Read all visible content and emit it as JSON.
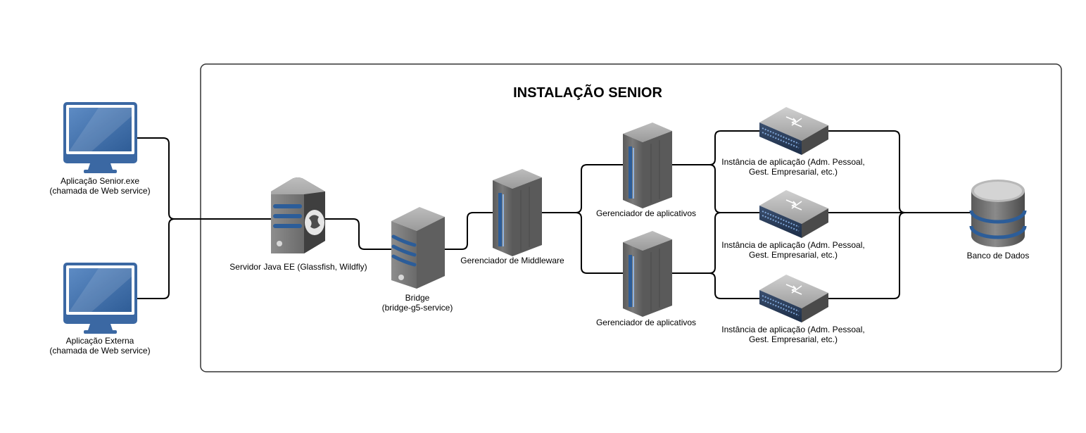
{
  "title": "INSTALAÇÃO SENIOR",
  "nodes": {
    "client1": {
      "line1": "Aplicação Senior.exe",
      "line2": "(chamada de Web service)"
    },
    "client2": {
      "line1": "Aplicação Externa",
      "line2": "(chamada de Web service)"
    },
    "java_server": {
      "line1": "Servidor Java EE (Glassfish, Wildfly)"
    },
    "bridge": {
      "line1": "Bridge",
      "line2": "(bridge-g5-service)"
    },
    "middleware": {
      "line1": "Gerenciador de Middleware"
    },
    "app_manager_1": {
      "line1": "Gerenciador de aplicativos"
    },
    "app_manager_2": {
      "line1": "Gerenciador de aplicativos"
    },
    "instance_1": {
      "line1": "Instância de aplicação (Adm. Pessoal,",
      "line2": "Gest. Empresarial, etc.)"
    },
    "instance_2": {
      "line1": "Instância de aplicação (Adm. Pessoal,",
      "line2": "Gest. Empresarial, etc.)"
    },
    "instance_3": {
      "line1": "Instância de aplicação (Adm. Pessoal,",
      "line2": "Gest. Empresarial, etc.)"
    },
    "database": {
      "line1": "Banco de Dados"
    }
  },
  "icons": {
    "client1": "desktop-monitor-icon",
    "client2": "desktop-monitor-icon",
    "java_server": "java-server-icon",
    "bridge": "server-tower-icon",
    "middleware": "server-rack-icon",
    "app_manager_1": "server-rack-icon",
    "app_manager_2": "server-rack-icon",
    "instance_1": "network-switch-icon",
    "instance_2": "network-switch-icon",
    "instance_3": "network-switch-icon",
    "database": "database-icon"
  },
  "colors": {
    "monitor_blue": "#3b68a3",
    "server_gray": "#6b6b6b",
    "server_stripe": "#2c5d99",
    "connector": "#000000",
    "boundary": "#333333"
  }
}
